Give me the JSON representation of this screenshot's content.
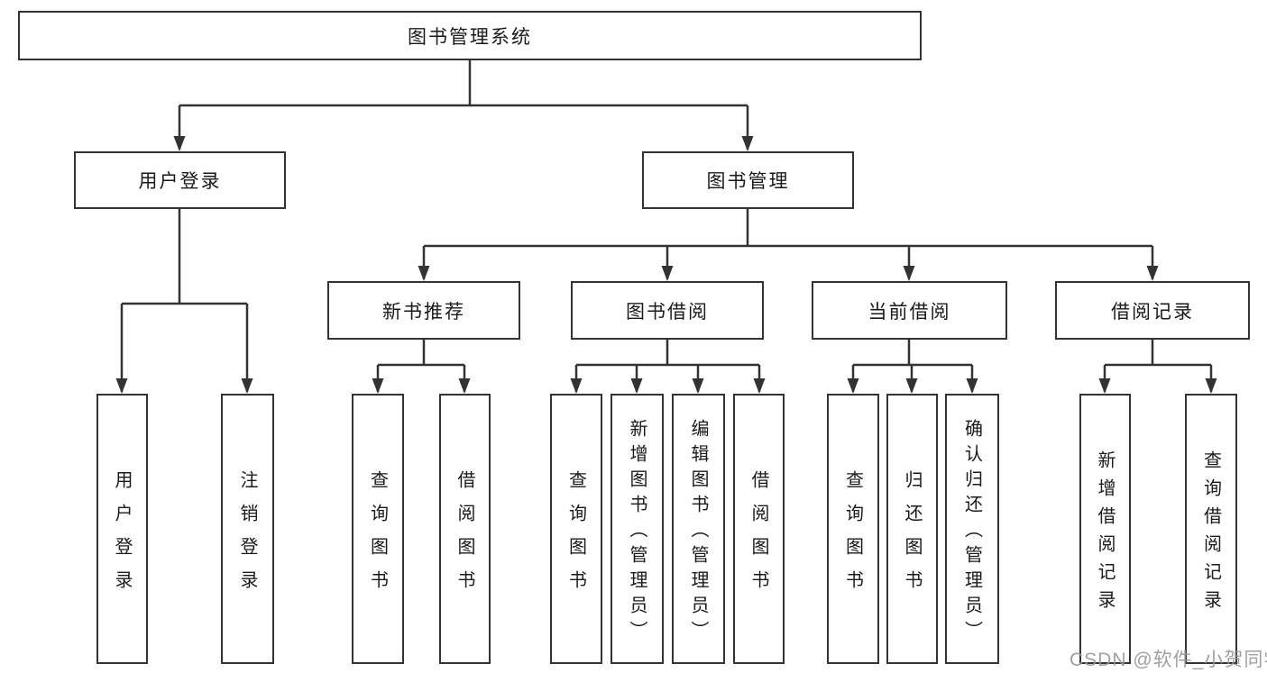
{
  "page": {
    "background": "#ffffff"
  },
  "style": {
    "line_color": "#333333",
    "box_border_color": "#333333",
    "text_color": "#1a1a1a",
    "watermark_color": "#969696"
  },
  "watermark": {
    "text": "CSDN @软件_小贺同学"
  },
  "tree": {
    "label": "图书管理系统",
    "children": [
      {
        "label": "用户登录",
        "children": [
          {
            "label": "用户登录"
          },
          {
            "label": "注销登录"
          }
        ]
      },
      {
        "label": "图书管理",
        "children": [
          {
            "label": "新书推荐",
            "children": [
              {
                "label": "查询图书"
              },
              {
                "label": "借阅图书"
              }
            ]
          },
          {
            "label": "图书借阅",
            "children": [
              {
                "label": "查询图书"
              },
              {
                "label": "新增图书（管理员）"
              },
              {
                "label": "编辑图书（管理员）"
              },
              {
                "label": "借阅图书"
              }
            ]
          },
          {
            "label": "当前借阅",
            "children": [
              {
                "label": "查询图书"
              },
              {
                "label": "归还图书"
              },
              {
                "label": "确认归还（管理员）"
              }
            ]
          },
          {
            "label": "借阅记录",
            "children": [
              {
                "label": "新增借阅记录"
              },
              {
                "label": "查询借阅记录"
              }
            ]
          }
        ]
      }
    ]
  }
}
